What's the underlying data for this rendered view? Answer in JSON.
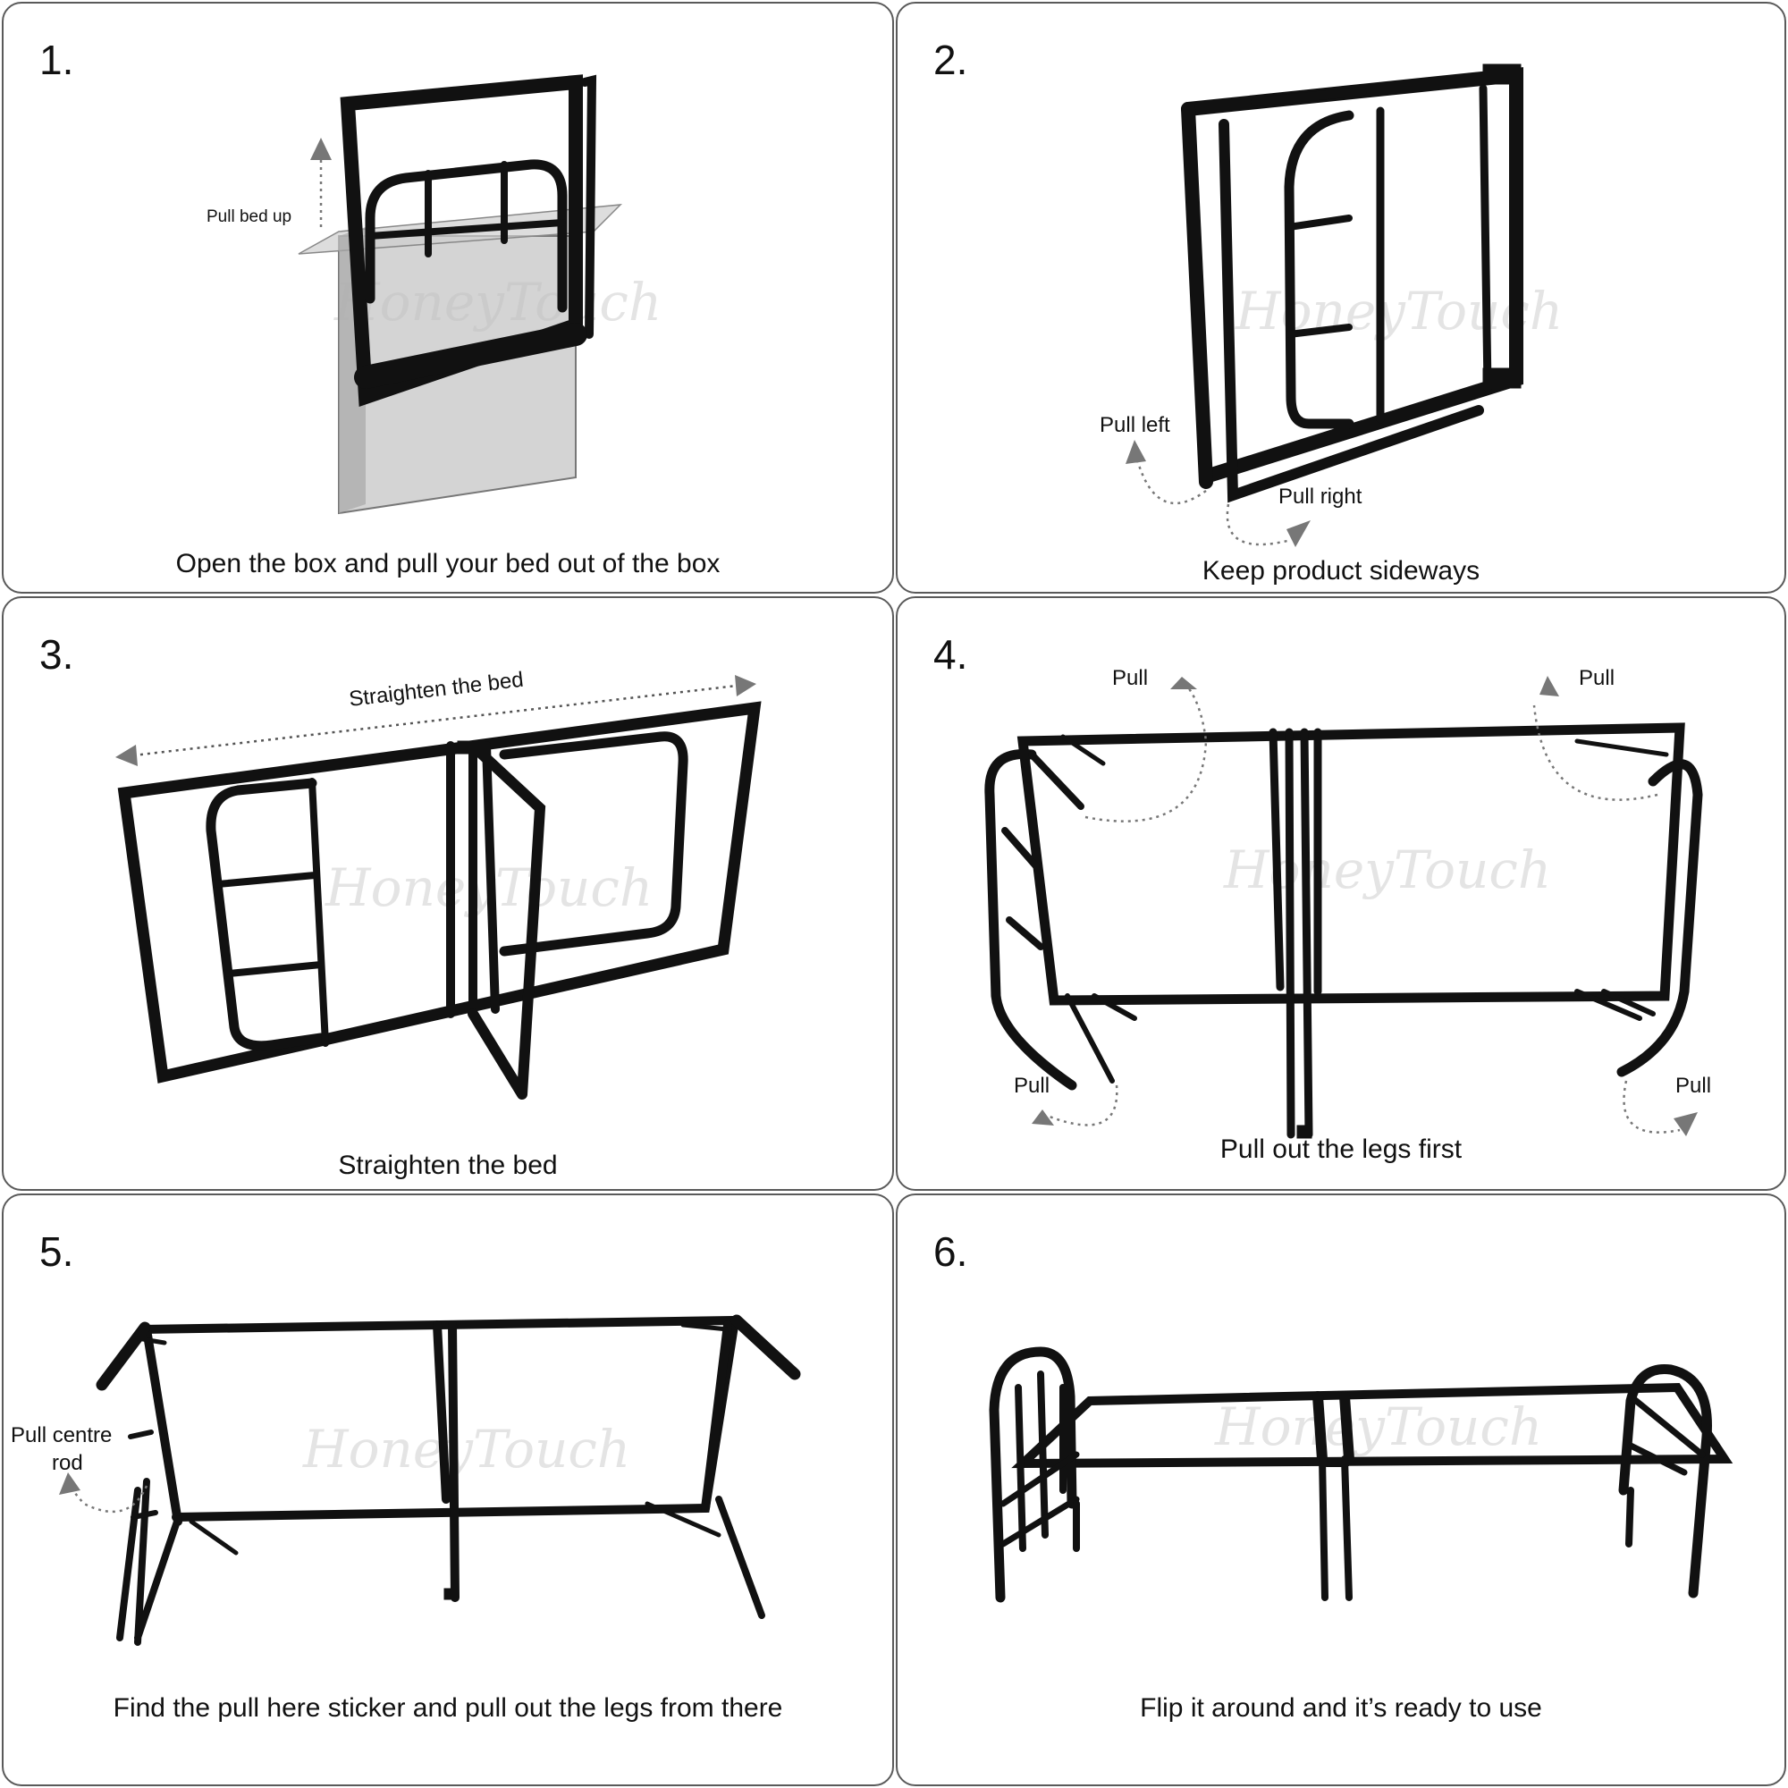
{
  "brand": {
    "watermark": "HoneyTouch"
  },
  "steps": [
    {
      "number": "1.",
      "caption": "Open the box and pull your bed out of the box",
      "labels": {
        "pull_up": "Pull bed up"
      }
    },
    {
      "number": "2.",
      "caption": "Keep product sideways",
      "labels": {
        "pull_left": "Pull left",
        "pull_right": "Pull right"
      }
    },
    {
      "number": "3.",
      "caption": "Straighten the bed",
      "labels": {
        "straighten": "Straighten the bed"
      }
    },
    {
      "number": "4.",
      "caption": "Pull out the legs first",
      "labels": {
        "pull_tl": "Pull",
        "pull_tr": "Pull",
        "pull_bl": "Pull",
        "pull_br": "Pull"
      }
    },
    {
      "number": "5.",
      "caption": "Find the pull here sticker and pull out the legs from there",
      "labels": {
        "pull_centre_1": "Pull centre",
        "pull_centre_2": "rod"
      }
    },
    {
      "number": "6.",
      "caption": "Flip it around and it’s ready to use",
      "labels": {}
    }
  ],
  "icons": {
    "arrow": "dotted-arrow-icon",
    "bed": "folding-bed-frame-icon",
    "box": "shipping-box-icon"
  },
  "colors": {
    "frame": "#111111",
    "border": "#5a5a5a",
    "arrow": "#777777",
    "box": "#bdbdbd"
  }
}
